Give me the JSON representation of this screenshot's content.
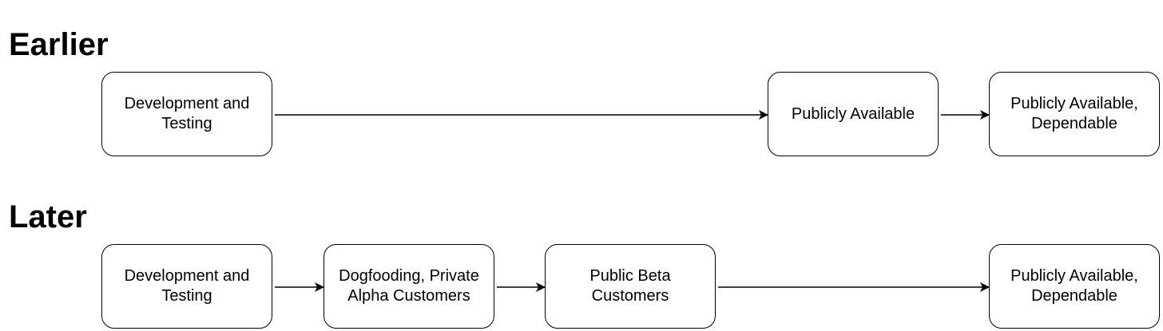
{
  "sections": {
    "earlier": {
      "title": "Earlier",
      "stages": [
        "Development and Testing",
        "Publicly Available",
        "Publicly Available, Dependable"
      ]
    },
    "later": {
      "title": "Later",
      "stages": [
        "Development and Testing",
        "Dogfooding, Private Alpha Customers",
        "Public Beta Customers",
        "Publicly Available, Dependable"
      ]
    }
  }
}
